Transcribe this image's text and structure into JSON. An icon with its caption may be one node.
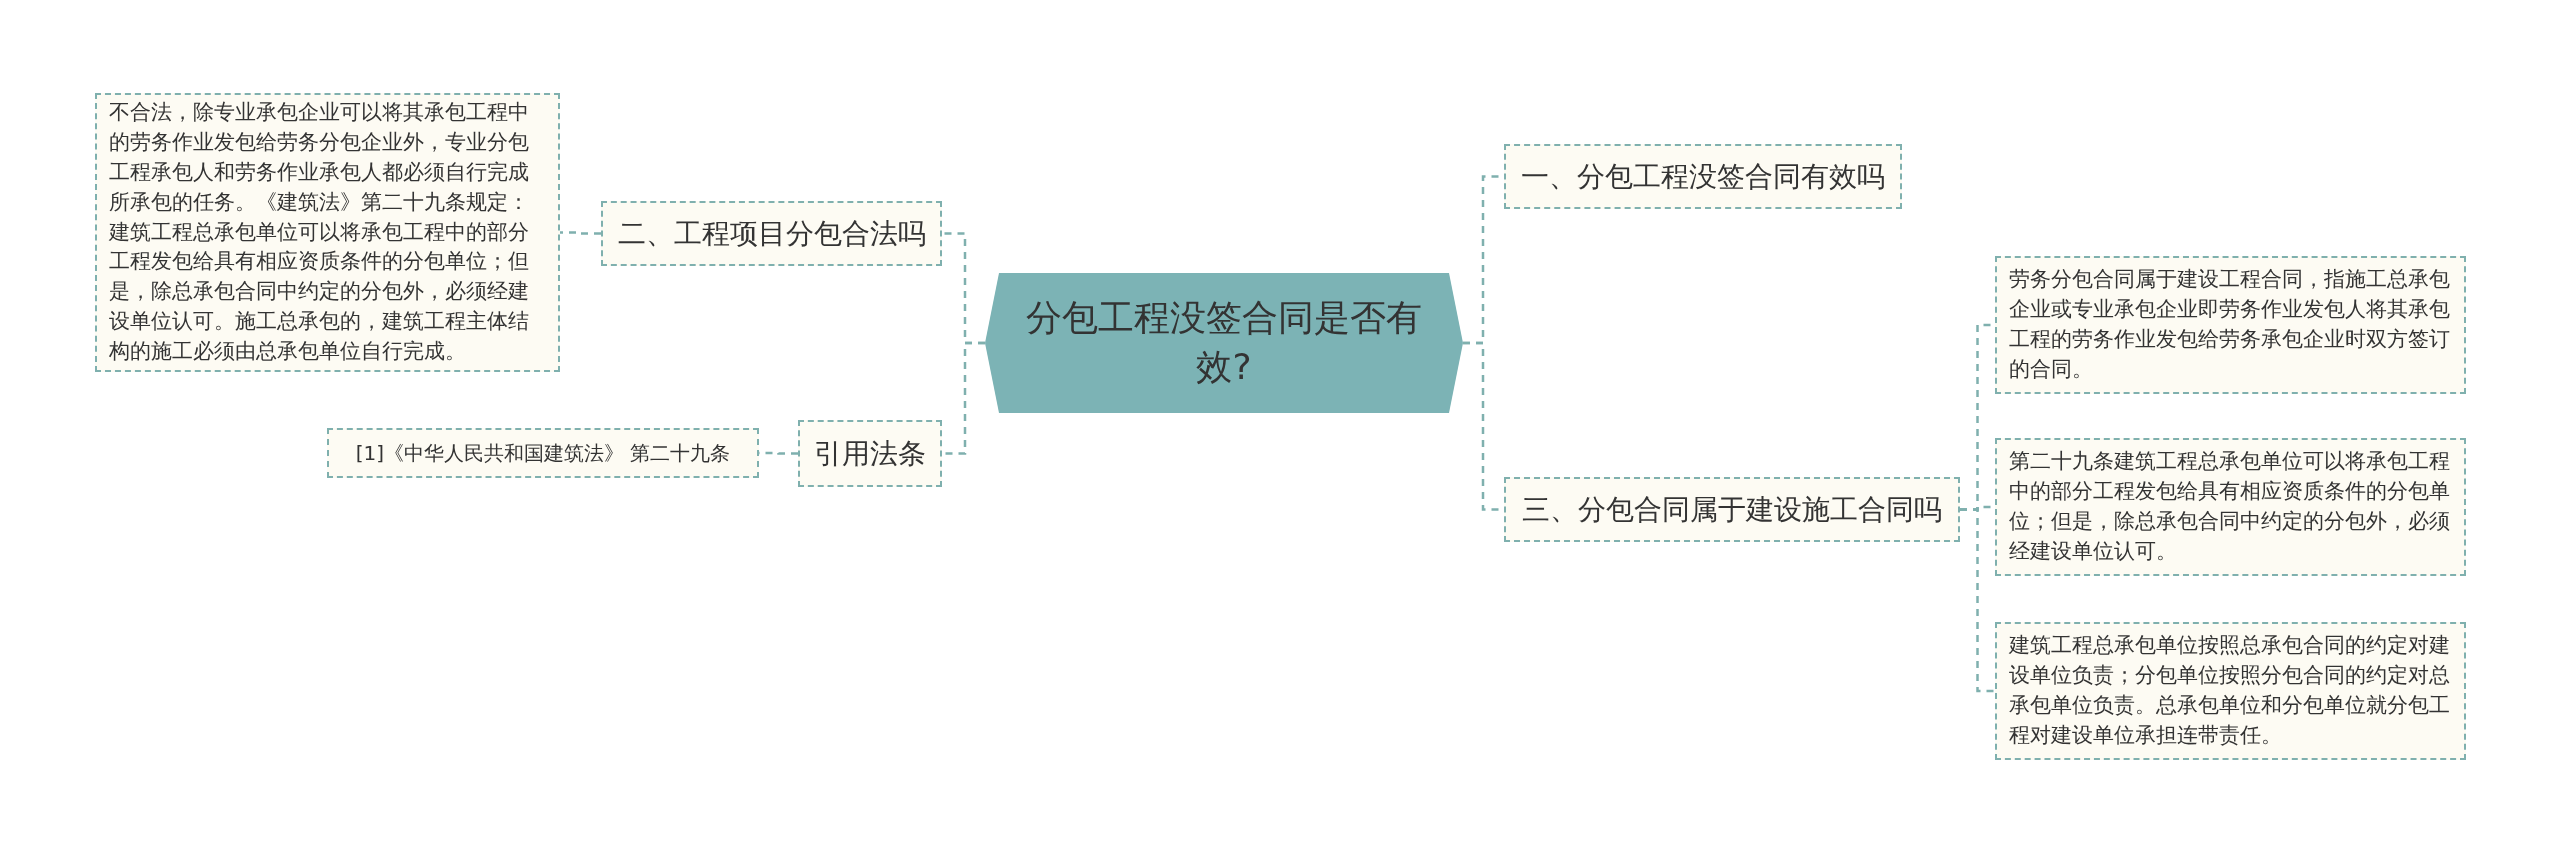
{
  "diagram": {
    "nodes": [
      {
        "text": [
          "分包工程没签合同是否有效?"
        ]
      },
      {
        "text": [
          "一、分包工程没签合同有效吗"
        ]
      },
      {
        "text": [
          "三、分包合同属于建设施工合同吗"
        ]
      },
      {
        "text": [
          "劳务分包合同属于建设工程合同，指施工总承包企业或专业承包企业即劳务作业发包人将其承包工程的劳务作业发包给劳务承包企业时双方签订的合同。"
        ]
      },
      {
        "text": [
          "第二十九条建筑工程总承包单位可以将承包工程中的部分工程发包给具有相应资质条件的分包单位；但是，除总承包合同中约定的分包外，必须经建设单位认可。"
        ]
      },
      {
        "text": [
          "建筑工程总承包单位按照总承包合同的约定对建设单位负责；分包单位按照分包合同的约定对总承包单位负责。总承包单位和分包单位就分包工程对建设单位承担连带责任。"
        ]
      },
      {
        "text": [
          "二、工程项目分包合法吗"
        ]
      },
      {
        "text": [
          "不合法，除专业承包企业可以将其承包工程中的劳务作业发包给劳务分包企业外，专业分包工程承包人和劳务作业承包人都必须自行完成所承包的任务。《建筑法》第二十九条规定：建筑工程总承包单位可以将承包工程中的部分工程发包给具有相应资质条件的分包单位；但是，除总承包合同中约定的分包外，必须经建设单位认可。施工总承包的，建筑工程主体结构的施工必须由总承包单位自行完成。"
        ]
      },
      {
        "text": [
          "引用法条"
        ]
      },
      {
        "text": [
          "[1]《中华人民共和国建筑法》 第二十九条"
        ]
      }
    ],
    "edges": [
      {
        "from": 0,
        "to": 1,
        "arrow": "none"
      },
      {
        "from": 0,
        "to": 2,
        "arrow": "none"
      },
      {
        "from": 2,
        "to": 3,
        "arrow": "none"
      },
      {
        "from": 2,
        "to": 4,
        "arrow": "none"
      },
      {
        "from": 2,
        "to": 5,
        "arrow": "none"
      },
      {
        "from": 0,
        "to": 6,
        "arrow": "none"
      },
      {
        "from": 6,
        "to": 7,
        "arrow": "none"
      },
      {
        "from": 0,
        "to": 8,
        "arrow": "none"
      },
      {
        "from": 8,
        "to": 9,
        "arrow": "none"
      }
    ]
  }
}
